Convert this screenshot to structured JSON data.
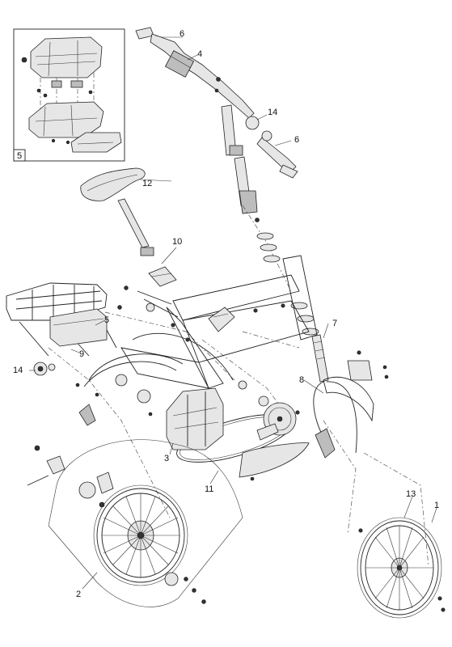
{
  "callouts": {
    "c1": "1",
    "c2": "2",
    "c3": "3",
    "c4": "4",
    "c5_inset": "5",
    "c5": "5",
    "c6_top": "6",
    "c6_right": "6",
    "c7": "7",
    "c8": "8",
    "c9": "9",
    "c10": "10",
    "c11": "11",
    "c12": "12",
    "c13": "13",
    "c14_right": "14",
    "c14_left": "14"
  }
}
